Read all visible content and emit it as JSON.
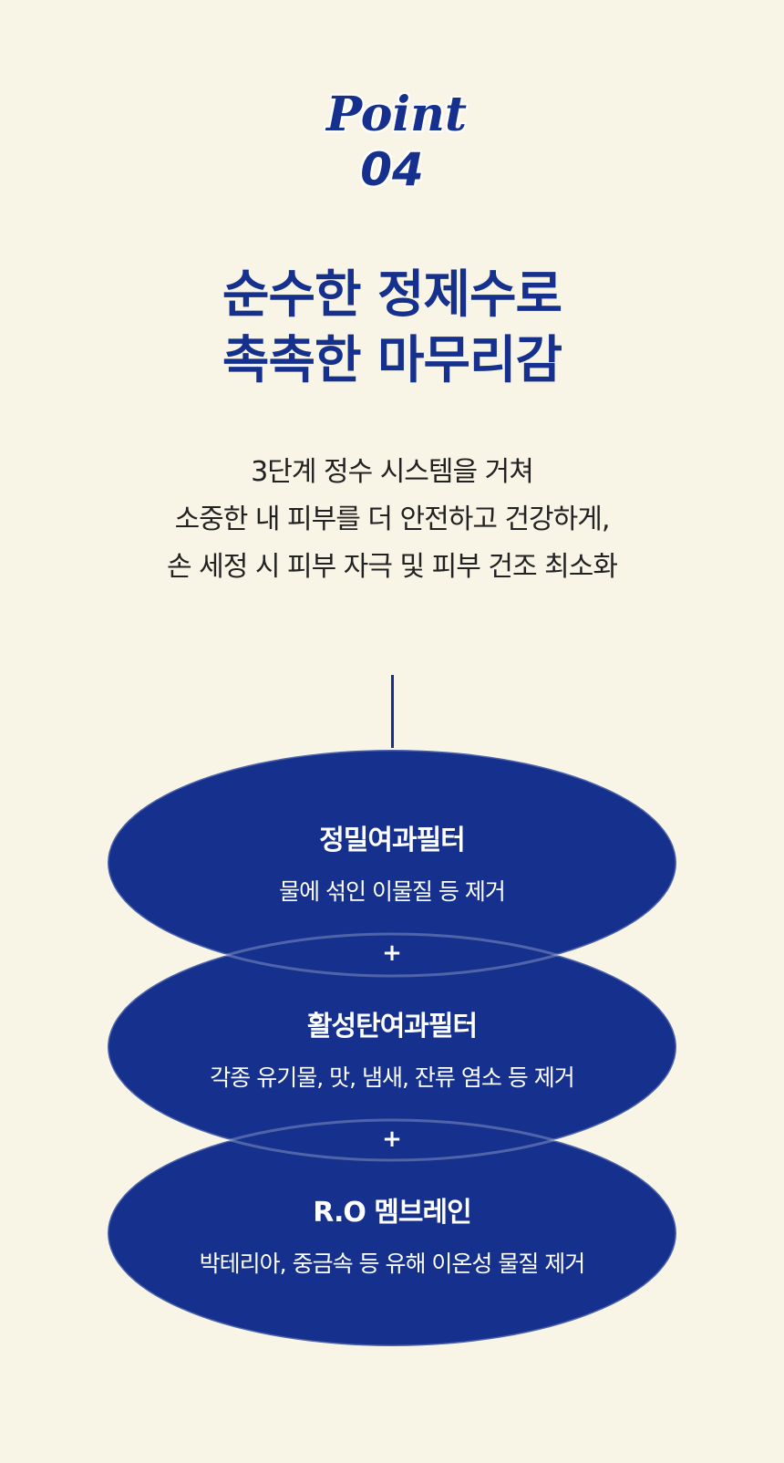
{
  "logo": {
    "point": "Point",
    "number": "04"
  },
  "headline": [
    "순수한 정제수로",
    "촉촉한 마무리감"
  ],
  "description": [
    "3단계 정수 시스템을 거쳐",
    "소중한 내 피부를 더 안전하고 건강하게,",
    "손 세정 시 피부 자극 및 피부 건조 최소화"
  ],
  "stages": [
    {
      "title": "정밀여과필터",
      "desc": "물에 섞인 이물질 등 제거"
    },
    {
      "title": "활성탄여과필터",
      "desc": "각종 유기물, 맛, 냄새, 잔류 염소 등 제거"
    },
    {
      "title": "R.O 멤브레인",
      "desc": "박테리아, 중금속 등 유해 이온성 물질 제거"
    }
  ],
  "plus": "+",
  "colors": {
    "accent": "#15318d",
    "background": "#f8f4e6"
  }
}
